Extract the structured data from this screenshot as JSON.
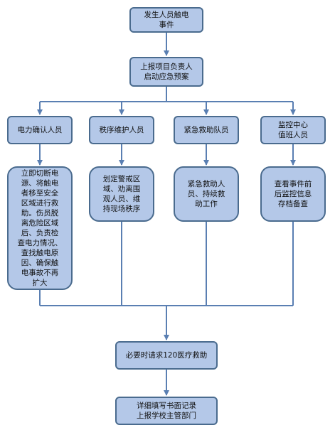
{
  "colors": {
    "box_fill": "#b4c8e8",
    "box_border": "#4a6b8e",
    "connector": "#5a7fb2"
  },
  "nodes": {
    "incident": "发生人员触电\n事件",
    "report": "上报项目负责人\n启动应急预案",
    "role_electric": "电力确认人员",
    "role_order": "秩序维护人员",
    "role_rescue": "紧急救助队员",
    "role_monitor": "监控中心\n值班人员",
    "task_electric": "立即切断电\n源、将触电\n者移至安全\n区域进行救\n助。伤员脱\n离危险区域\n后、负责检\n查电力情况、\n查找触电原\n因、确保触\n电事故不再\n扩大",
    "task_order": "划定警戒区\n域、劝离围\n观人员、维\n持现场秩序",
    "task_rescue": "紧急救助人\n员、持续救\n助工作",
    "task_monitor": "查看事件前\n后监控信息\n存档备查",
    "call_120": "必要时请求120医疗救助",
    "write_record": "详细填写书面记录\n上报学校主管部门"
  }
}
